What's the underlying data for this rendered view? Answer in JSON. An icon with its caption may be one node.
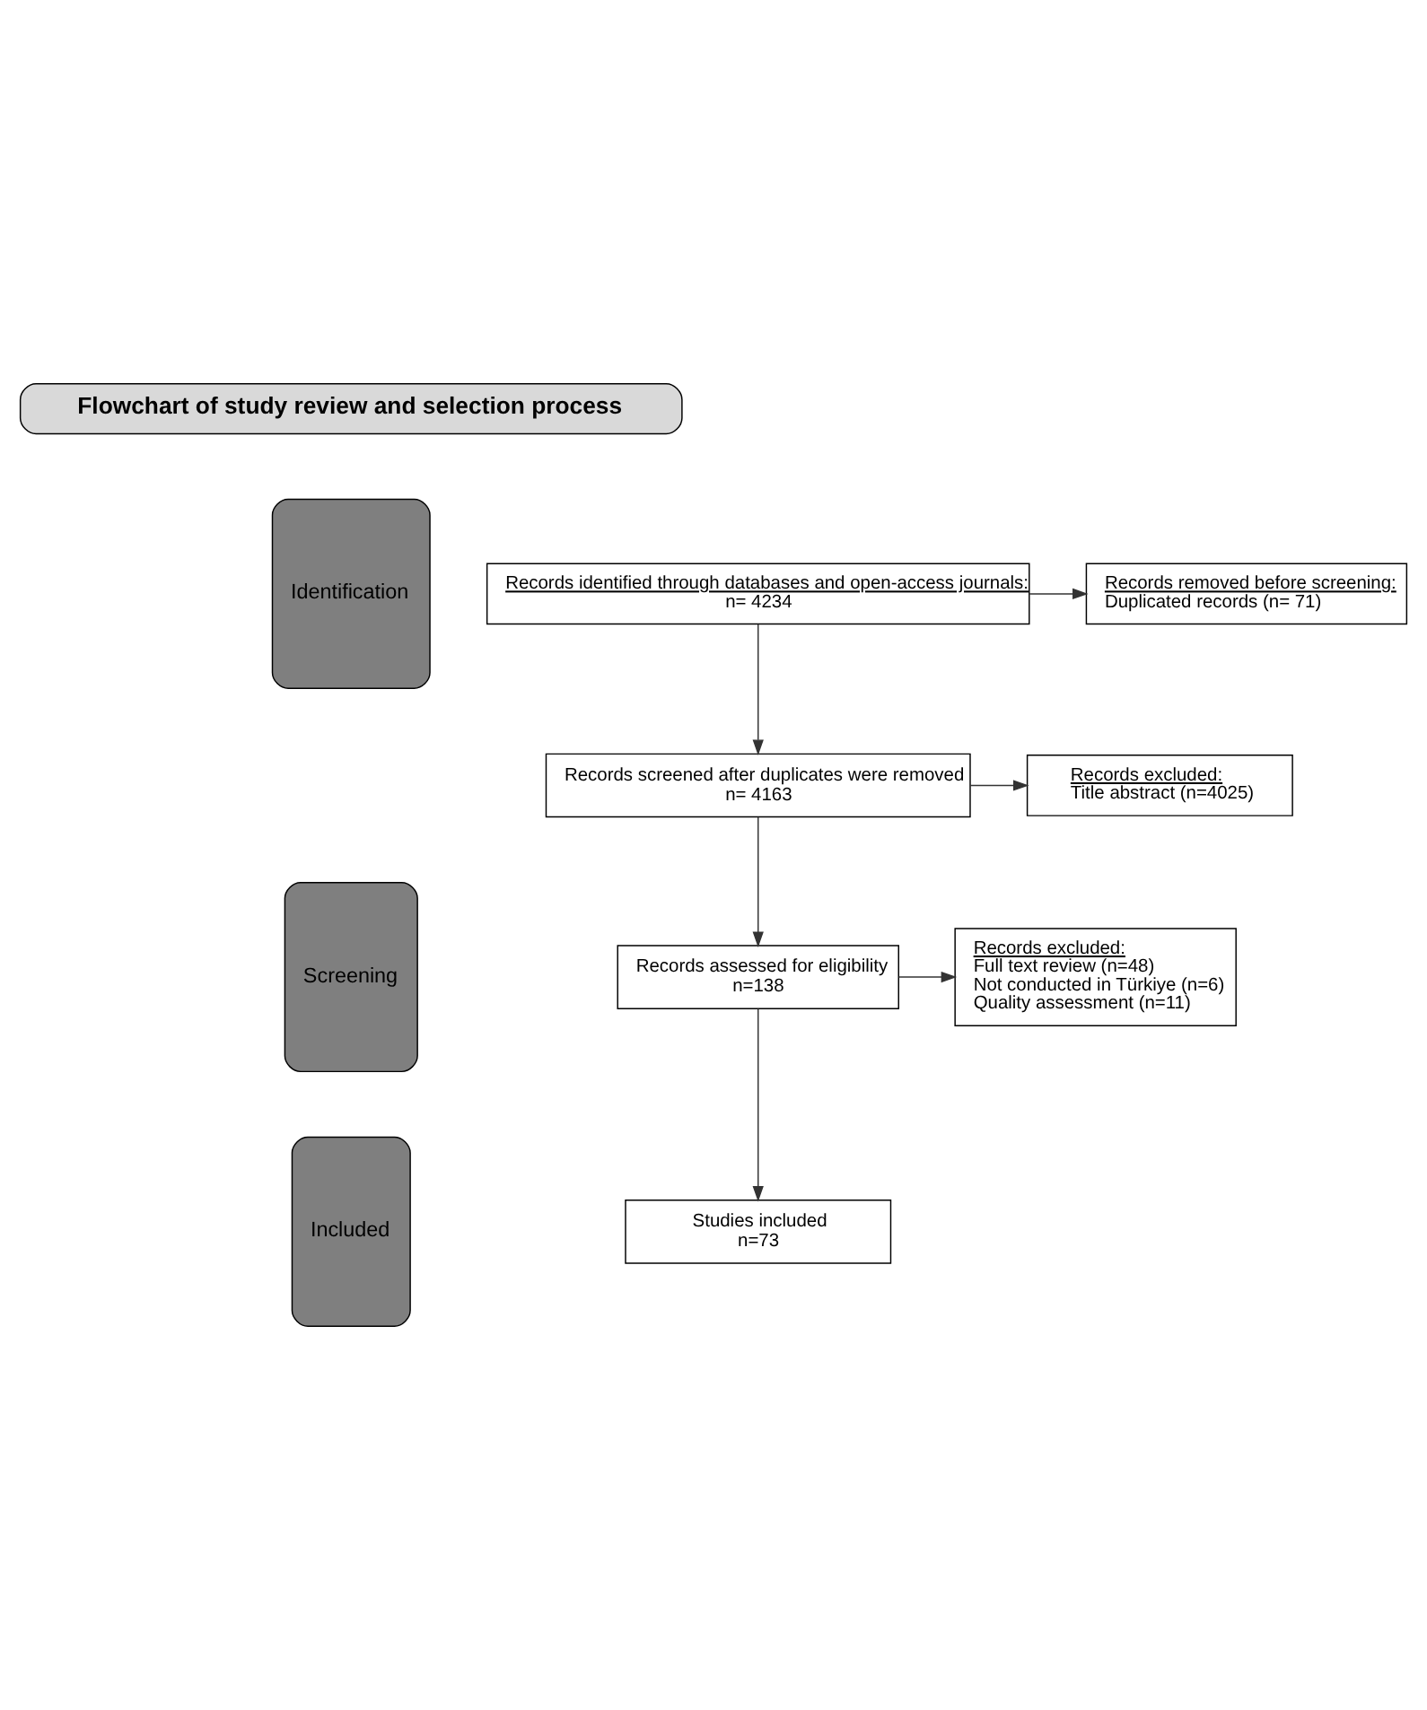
{
  "diagram": {
    "nodes": [
      {
        "text": [
          "Flowchart of study review and selection process"
        ]
      },
      {
        "text": [
          "Identification"
        ]
      },
      {
        "text": [
          "Screening"
        ]
      },
      {
        "text": [
          "Included"
        ]
      },
      {
        "text": [
          "Records identified through databases and open-access journals:",
          "n= 4234"
        ]
      },
      {
        "text": [
          "Records removed before screening:",
          "Duplicated records (n= 71)"
        ]
      },
      {
        "text": [
          "Records screened after duplicates were removed",
          "n= 4163"
        ]
      },
      {
        "text": [
          "Records excluded:",
          "Title abstract (n=4025)"
        ]
      },
      {
        "text": [
          "Records assessed for eligibility",
          "n=138"
        ]
      },
      {
        "text": [
          "Records excluded:",
          "Full text review (n=48)",
          "Not conducted in Türkiye (n=6)",
          "Quality assessment (n=11)"
        ]
      },
      {
        "text": [
          "Studies included",
          "n=73"
        ]
      }
    ],
    "edges": [
      {
        "from": 4,
        "to": 5,
        "arrow": "to"
      },
      {
        "from": 4,
        "to": 6,
        "arrow": "to"
      },
      {
        "from": 6,
        "to": 7,
        "arrow": "to"
      },
      {
        "from": 6,
        "to": 8,
        "arrow": "to"
      },
      {
        "from": 8,
        "to": 9,
        "arrow": "to"
      },
      {
        "from": 8,
        "to": 10,
        "arrow": "to"
      }
    ]
  }
}
